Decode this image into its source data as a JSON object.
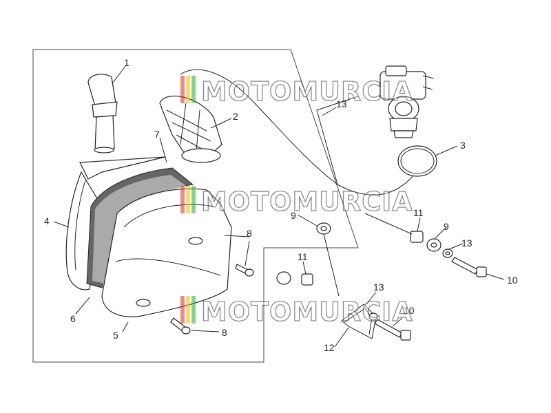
{
  "callouts": [
    {
      "id": "c1",
      "label": "1"
    },
    {
      "id": "c2",
      "label": "2"
    },
    {
      "id": "c3",
      "label": "3"
    },
    {
      "id": "c4",
      "label": "4"
    },
    {
      "id": "c5",
      "label": "5"
    },
    {
      "id": "c6",
      "label": "6"
    },
    {
      "id": "c7",
      "label": "7"
    },
    {
      "id": "c8a",
      "label": "8"
    },
    {
      "id": "c8b",
      "label": "8"
    },
    {
      "id": "c9a",
      "label": "9"
    },
    {
      "id": "c9b",
      "label": "9"
    },
    {
      "id": "c10a",
      "label": "10"
    },
    {
      "id": "c10b",
      "label": "10"
    },
    {
      "id": "c11a",
      "label": "11"
    },
    {
      "id": "c11b",
      "label": "11"
    },
    {
      "id": "c12",
      "label": "12"
    },
    {
      "id": "c13a",
      "label": "13"
    },
    {
      "id": "c13b",
      "label": "13"
    },
    {
      "id": "c13c",
      "label": "13"
    }
  ],
  "watermark": {
    "text": "MOTOMURCIA",
    "stripe_colors": [
      "#e23b3b",
      "#f0c419",
      "#3cb043"
    ]
  }
}
